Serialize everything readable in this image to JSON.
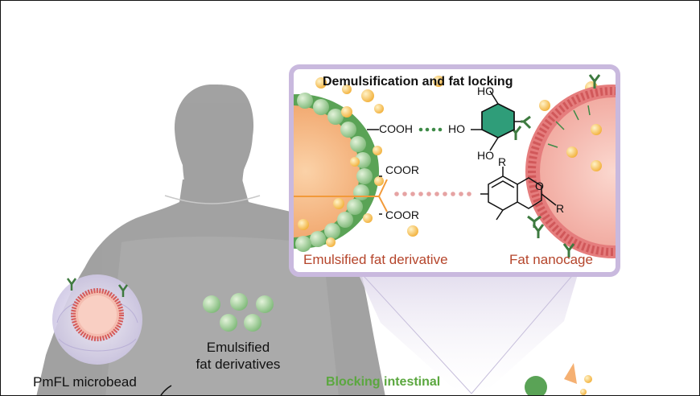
{
  "panel": {
    "title": "Demulsification and fat locking",
    "left_label": "Emulsified fat derivative",
    "right_label": "Fat nanocage"
  },
  "chemistry": {
    "cooh": "COOH",
    "ho_top": "HO",
    "ho_mid": "HO",
    "ho_bottom": "HO",
    "coor_top": "COOR",
    "coor_bottom": "COOR",
    "r_top": "R",
    "r_right": "R",
    "ring_o": "O"
  },
  "labels": {
    "microbead": "PmFL microbead",
    "emulsified_line1": "Emulsified",
    "emulsified_line2": "fat derivatives",
    "blocking": "Blocking intestinal"
  },
  "colors": {
    "panel_border": "#c9b9de",
    "silhouette": "#9a9a9a",
    "fat_core": "#f2a66b",
    "green_shell": "#5aa356",
    "nanocage": "#e98585",
    "red_label": "#b5452b",
    "green_label": "#5ba73f"
  }
}
